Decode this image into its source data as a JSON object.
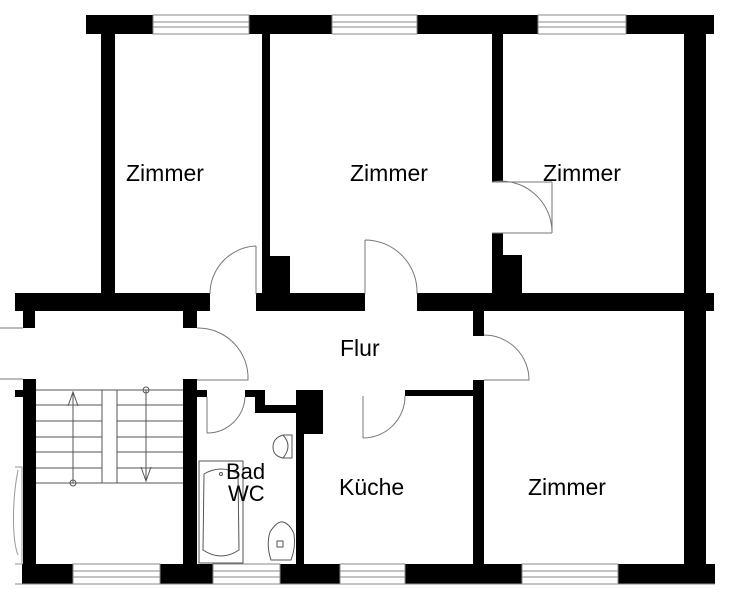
{
  "diagram": {
    "type": "floor-plan",
    "rooms": [
      {
        "id": "zimmer-1",
        "label": "Zimmer"
      },
      {
        "id": "zimmer-2",
        "label": "Zimmer"
      },
      {
        "id": "zimmer-3",
        "label": "Zimmer"
      },
      {
        "id": "flur",
        "label": "Flur"
      },
      {
        "id": "bad-wc",
        "label_line1": "Bad",
        "label_line2": "WC"
      },
      {
        "id": "kueche",
        "label": "Küche"
      },
      {
        "id": "zimmer-4",
        "label": "Zimmer"
      }
    ],
    "colors": {
      "wall": "#000000",
      "window": "#7a7a7a",
      "background": "#ffffff",
      "fixture": "#555555"
    }
  }
}
